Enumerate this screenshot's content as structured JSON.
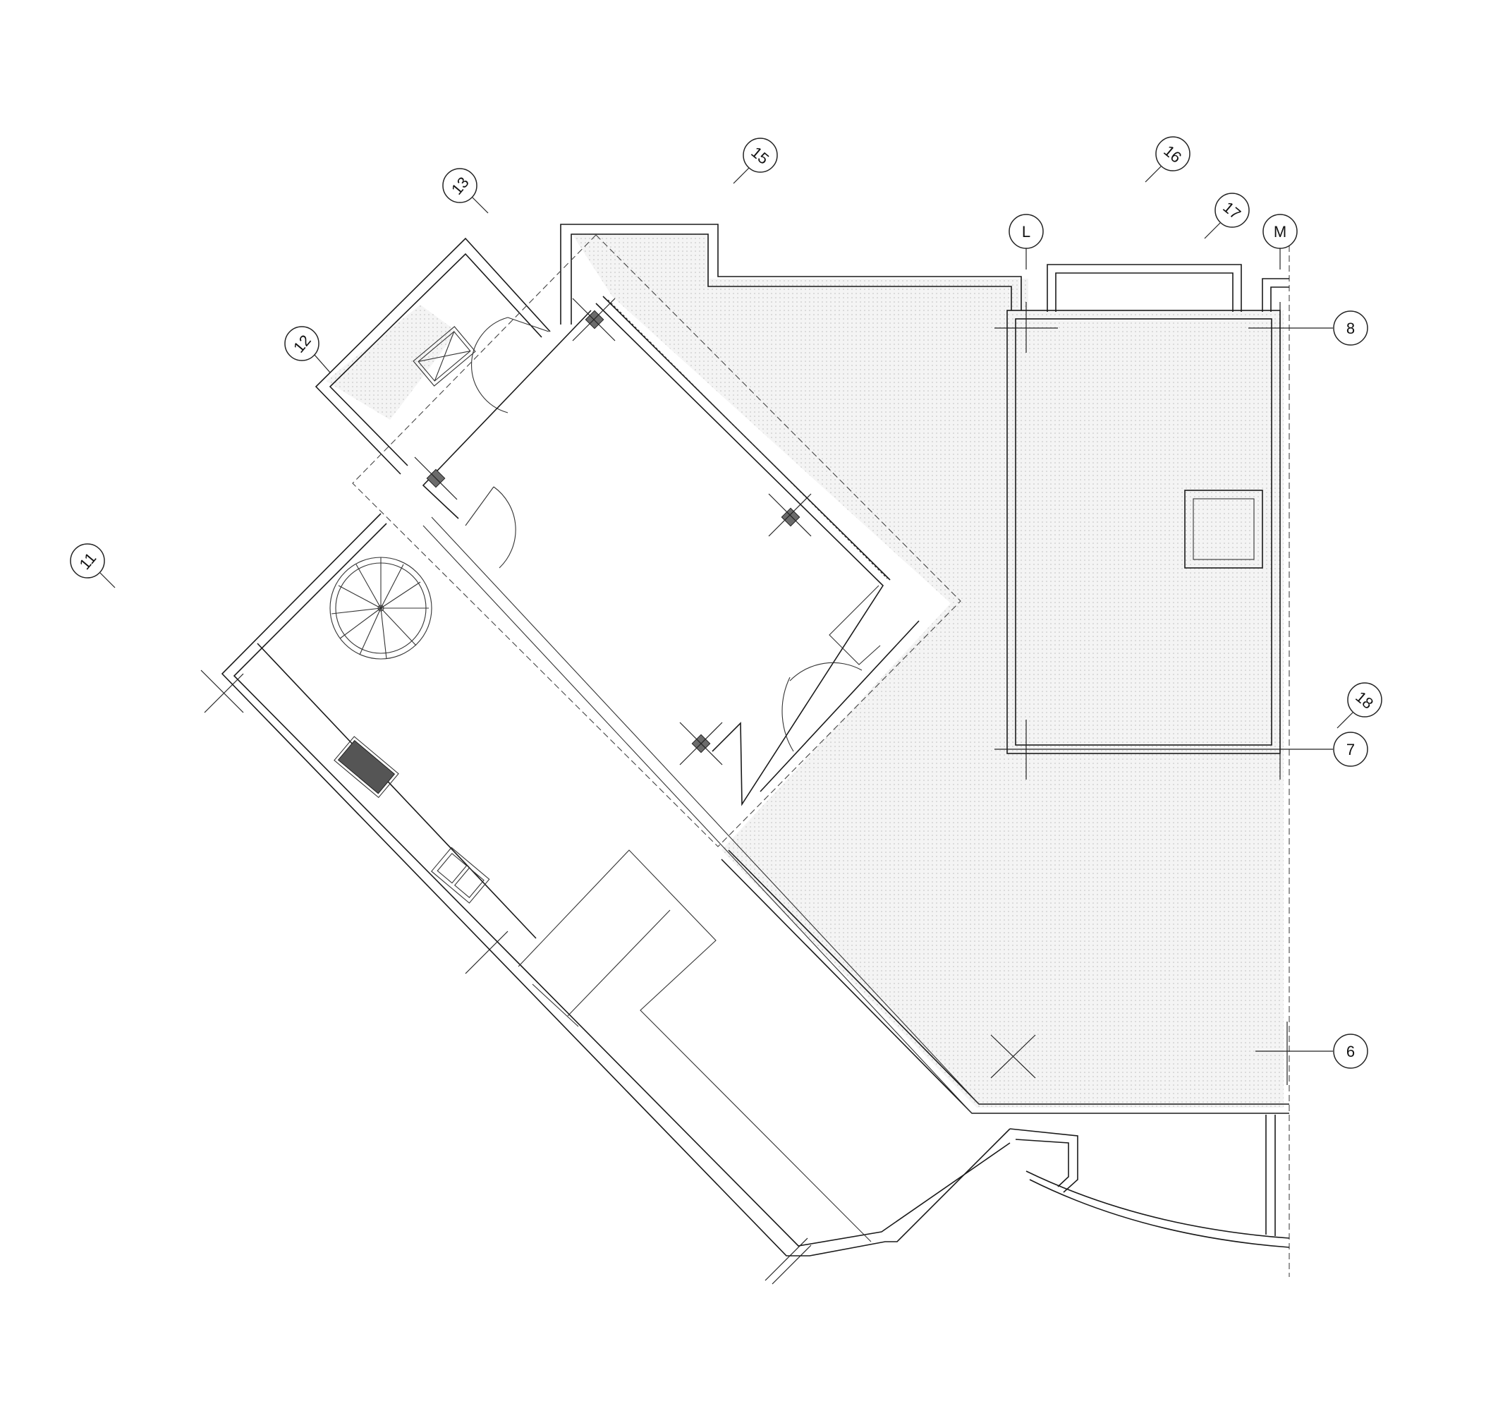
{
  "grid_tags": [
    {
      "id": "11",
      "label": "11"
    },
    {
      "id": "12",
      "label": "12"
    },
    {
      "id": "13",
      "label": "13"
    },
    {
      "id": "15",
      "label": "15"
    },
    {
      "id": "16",
      "label": "16"
    },
    {
      "id": "17",
      "label": "17"
    },
    {
      "id": "18",
      "label": "18"
    },
    {
      "id": "L",
      "label": "L"
    },
    {
      "id": "M",
      "label": "M"
    },
    {
      "id": "8",
      "label": "8"
    },
    {
      "id": "7",
      "label": "7"
    },
    {
      "id": "6",
      "label": "6"
    }
  ],
  "colors": {
    "line": "#1a1a1a",
    "terrace_fill": "#d9d9d9",
    "column_fill": "#6b6b6b",
    "background": "#ffffff"
  }
}
